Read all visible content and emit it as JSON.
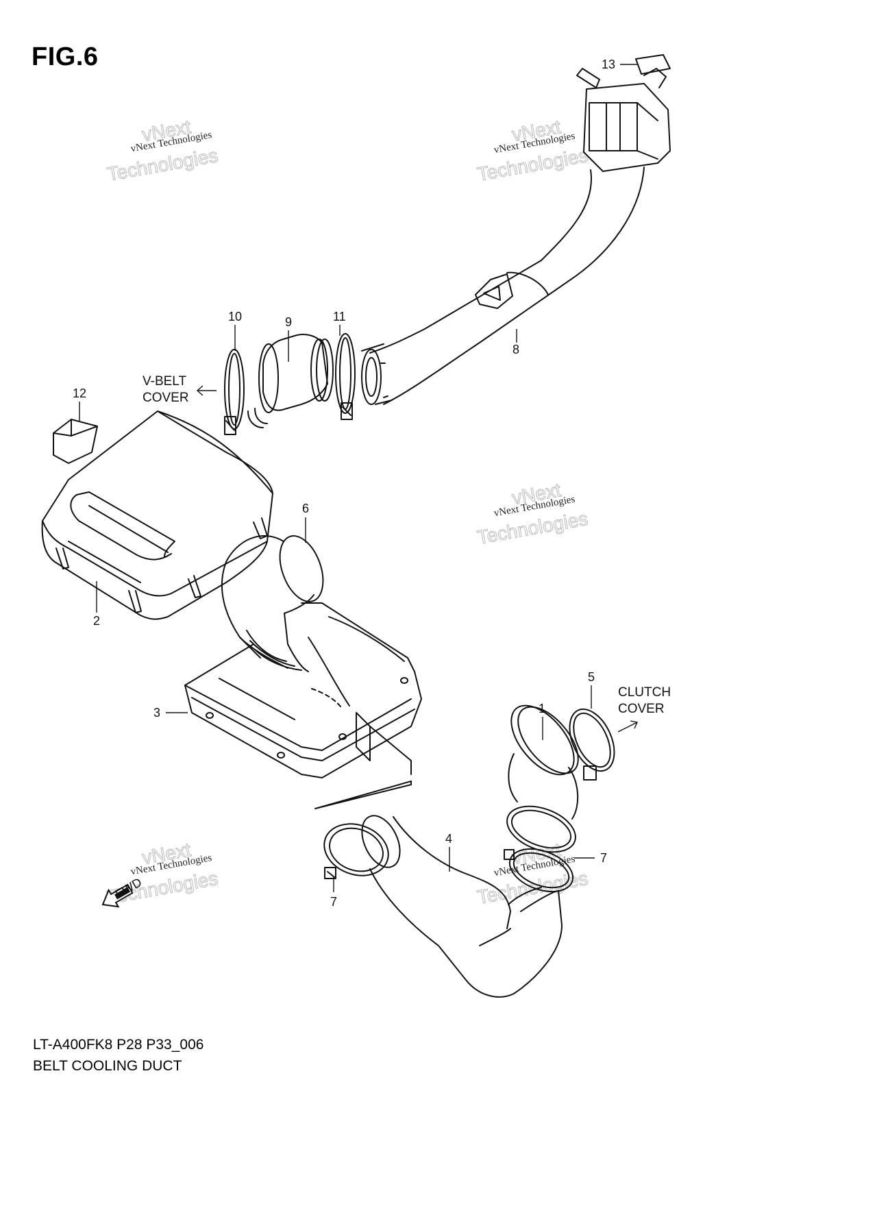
{
  "figure": {
    "title": "FIG.6",
    "code": "LT-A400FK8 P28 P33_006",
    "name": "BELT COOLING DUCT"
  },
  "callouts": {
    "c1": "1",
    "c2": "2",
    "c3": "3",
    "c4": "4",
    "c5": "5",
    "c6": "6",
    "c7a": "7",
    "c7b": "7",
    "c8": "8",
    "c9": "9",
    "c10": "10",
    "c11": "11",
    "c12": "12",
    "c13": "13"
  },
  "notes": {
    "vbelt_line1": "V-BELT",
    "vbelt_line2": "COVER",
    "clutch_line1": "CLUTCH",
    "clutch_line2": "COVER",
    "fwd": "FWD"
  },
  "watermark": {
    "line_small": "vNext Technologies",
    "line_big_1": "vNext",
    "line_big_2": "Technologies"
  },
  "colors": {
    "line": "#111111",
    "watermark": "#bbbbbb",
    "background": "#ffffff"
  }
}
